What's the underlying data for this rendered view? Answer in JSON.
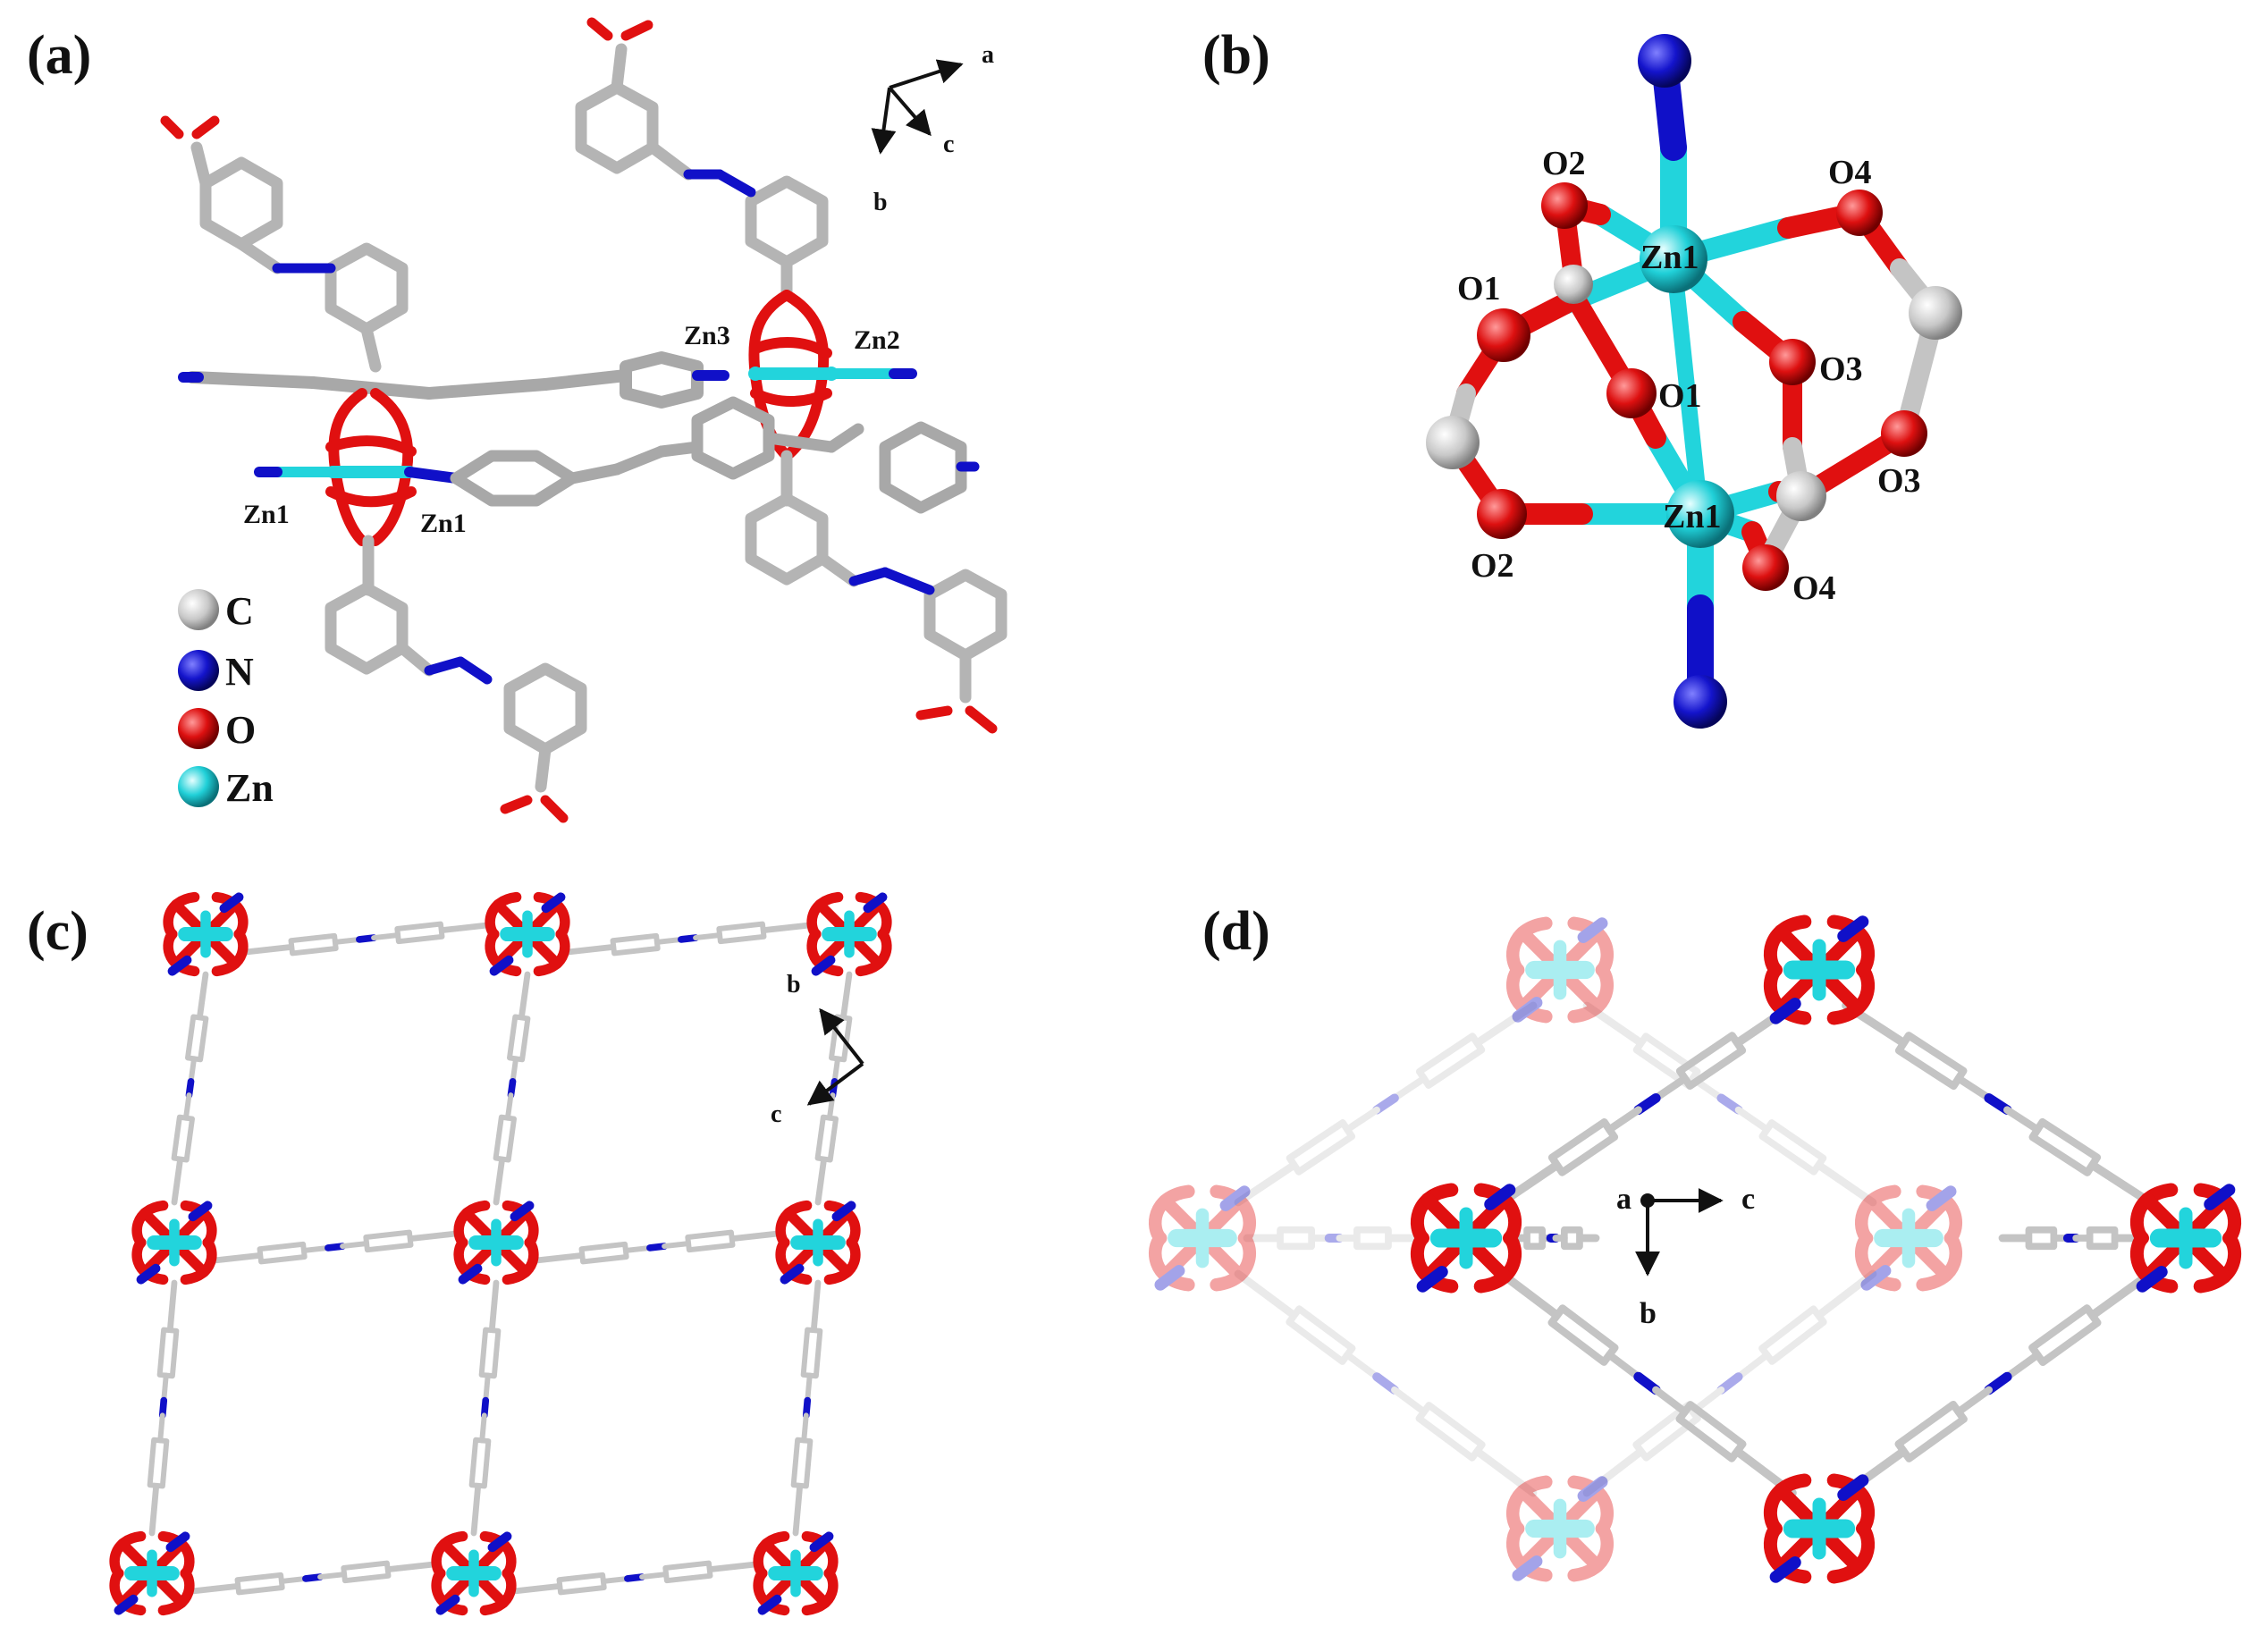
{
  "panels": {
    "a": {
      "label": "(a)",
      "atom_labels": [
        "Zn3",
        "Zn2",
        "Zn1",
        "Zn1"
      ],
      "axes": [
        "a",
        "b",
        "c"
      ],
      "legend": [
        {
          "label": "C",
          "color": "#c8c8c8"
        },
        {
          "label": "N",
          "color": "#1414cc"
        },
        {
          "label": "O",
          "color": "#dd1010"
        },
        {
          "label": "Zn",
          "color": "#20d0d8"
        }
      ]
    },
    "b": {
      "label": "(b)",
      "atom_labels": [
        "O2",
        "O4",
        "Zn1",
        "O1",
        "O1",
        "O3",
        "O3",
        "Zn1",
        "O2",
        "O4"
      ]
    },
    "c": {
      "label": "(c)",
      "axes": [
        "b",
        "c"
      ]
    },
    "d": {
      "label": "(d)",
      "axes": [
        "a",
        "c",
        "b"
      ]
    }
  },
  "colors": {
    "carbon": "#c4c4c4",
    "carbon_dark": "#8a8a8a",
    "nitrogen": "#1010c8",
    "oxygen": "#e01010",
    "zinc": "#22d4dc"
  }
}
